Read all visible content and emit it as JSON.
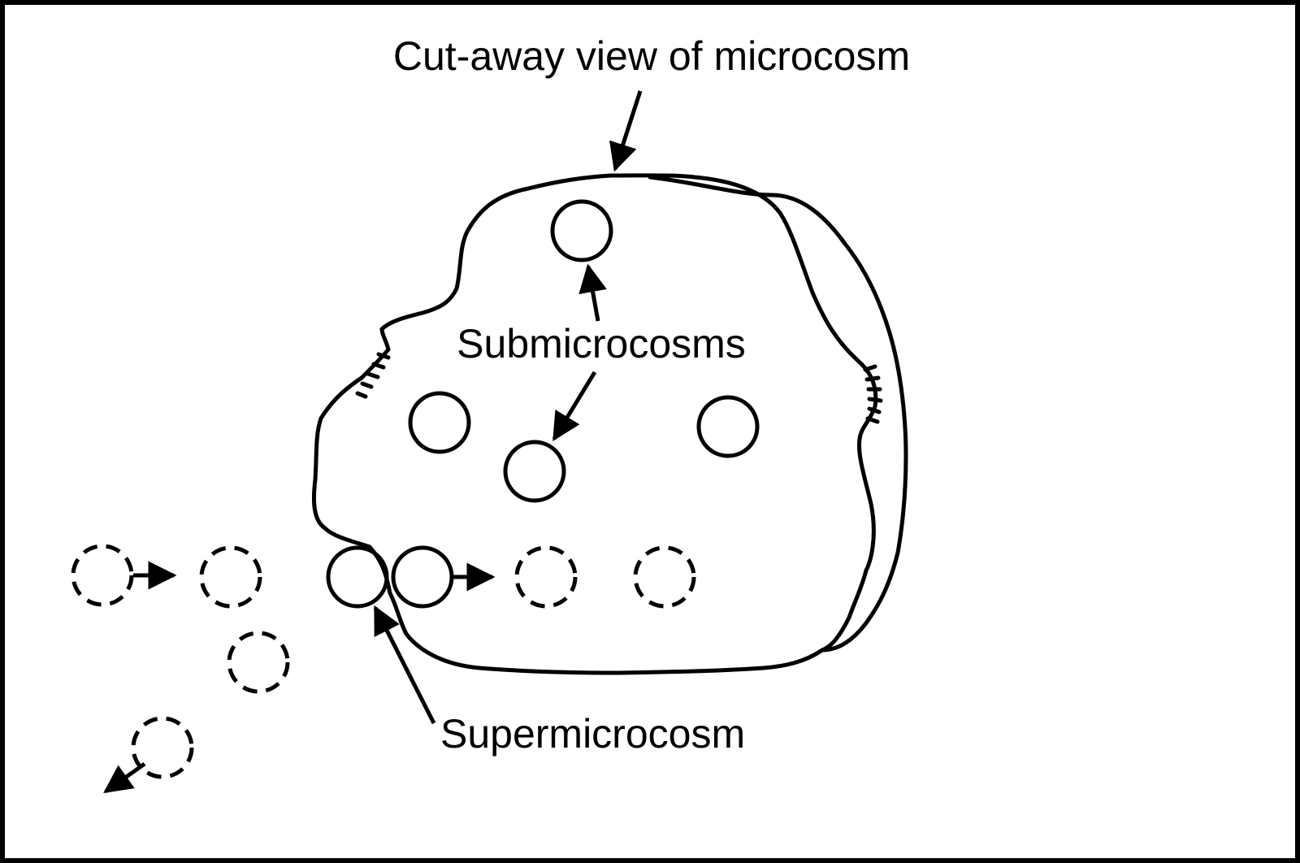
{
  "labels": {
    "cutaway": "Cut-away view of microcosm",
    "submicrocosms": "Submicrocosms",
    "supermicrocosm": "Supermicrocosm"
  },
  "colors": {
    "stroke": "#000000",
    "background": "#ffffff"
  }
}
